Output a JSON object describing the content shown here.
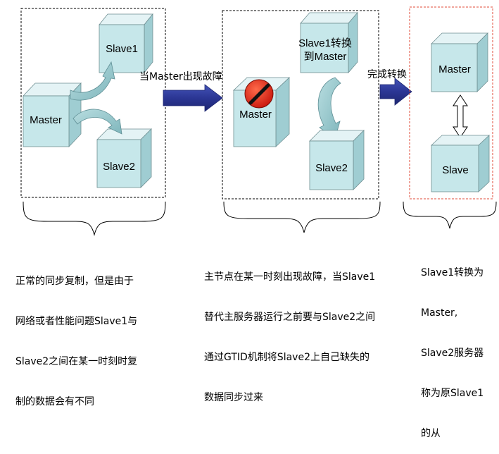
{
  "stages": {
    "normal": {
      "master": "Master",
      "slave1": "Slave1",
      "slave2": "Slave2",
      "caption": [
        "正常的同步复制，但是由于",
        "网络或者性能问题Slave1与",
        "Slave2之间在某一时刻时复",
        "制的数据会有不同"
      ]
    },
    "failure": {
      "arrow_label": "当Master出现故障",
      "master": "Master",
      "slave1_label": [
        "Slave1转换",
        "到Master"
      ],
      "slave2": "Slave2",
      "caption": [
        "主节点在某一时刻出现故障，当Slave1",
        "替代主服务器运行之前要与Slave2之间",
        "通过GTID机制将Slave2上自己缺失的",
        "数据同步过来"
      ]
    },
    "complete": {
      "arrow_label": "完成转换",
      "master": "Master",
      "slave": "Slave",
      "caption": [
        "Slave1转换为",
        "Master,",
        "Slave2服务器",
        "称为原Slave1",
        "的从"
      ]
    }
  },
  "colors": {
    "cube_front": "#c6e7ea",
    "cube_top": "#e4f3f5",
    "cube_side": "#9fcdd2",
    "cube_stroke": "#6f8f92",
    "arrow_fill": "#2b3694",
    "curved_arrow": "#a6d2d6",
    "red_border": "#e04b3a",
    "stop_icon": "#e8291c"
  }
}
